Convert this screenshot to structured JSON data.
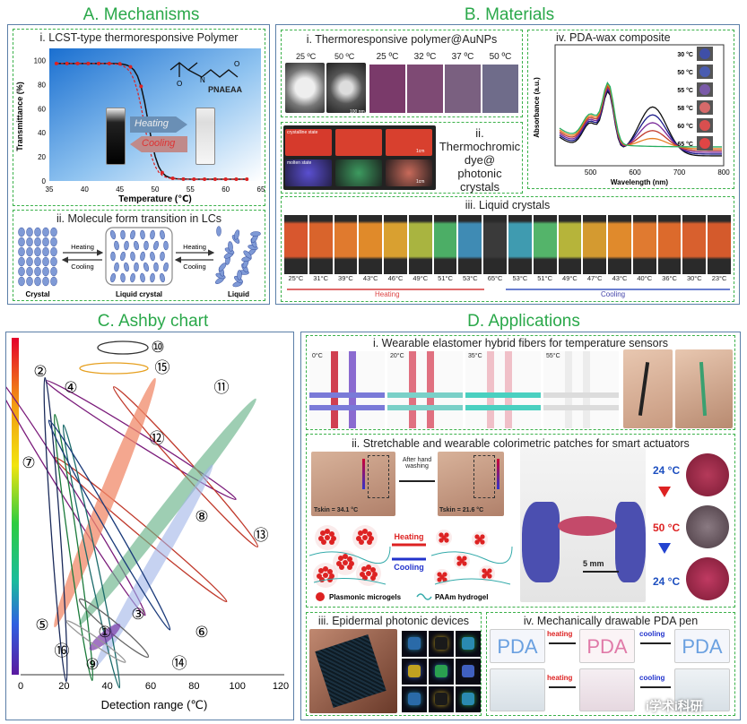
{
  "panelA": {
    "title": "A. Mechanisms",
    "sub1": "i. LCST-type thermoresponsive Polymer",
    "ylabel": "Transmittance (%)",
    "xlabel": "Temperature (℃)",
    "yticks": [
      "0",
      "20",
      "40",
      "60",
      "80",
      "100"
    ],
    "xticks": [
      "35",
      "40",
      "45",
      "50",
      "55",
      "60",
      "65"
    ],
    "polymer": "PNAEAA",
    "heating": "Heating",
    "cooling": "Cooling",
    "sub2": "ii. Molecule form transition in LCs",
    "crystal": "Crystal",
    "lc": "Liquid crystal",
    "liquid": "Liquid",
    "arrow_heat": "Heating",
    "arrow_cool": "Cooling"
  },
  "panelB": {
    "title": "B. Materials",
    "sub1": "i. Thermoresponsive polymer@AuNPs",
    "temps1": [
      "25 ºC",
      "50 ºC"
    ],
    "scale": "100 nm",
    "temps2": [
      "25 ºC",
      "32 ºC",
      "37 ºC",
      "50 ºC"
    ],
    "sub2a": "ii.",
    "sub2b": "Thermochromic",
    "sub2c": "dye@",
    "sub2d": "photonic",
    "sub2e": "crystals",
    "crystalline": "crystalline state",
    "molten": "molten state",
    "cm": "1cm",
    "sub3": "iii. Liquid crystals",
    "lc_temps": [
      "25°C",
      "31°C",
      "39°C",
      "43°C",
      "46°C",
      "49°C",
      "51°C",
      "53°C",
      "65°C",
      "53°C",
      "51°C",
      "49°C",
      "47°C",
      "43°C",
      "40°C",
      "36°C",
      "30°C",
      "23°C"
    ],
    "lc_colors": [
      "#d8572e",
      "#d9642c",
      "#e07a2e",
      "#e08a2a",
      "#d9a030",
      "#a9b440",
      "#4cae66",
      "#3f8bb4",
      "#3a3a3a",
      "#3f9bb0",
      "#54b46a",
      "#b6b43a",
      "#d49a30",
      "#e08a2c",
      "#e07a30",
      "#dc6a2c",
      "#d8602e",
      "#d45a2c"
    ],
    "heating_label": "Heating",
    "cooling_label": "Cooling",
    "sub4": "iv. PDA-wax composite",
    "abs_ylabel": "Absorbance (a.u.)",
    "abs_xlabel": "Wavelength (nm)",
    "abs_xticks": [
      "500",
      "600",
      "700",
      "800"
    ],
    "pda_temps": [
      "30 °C",
      "50 °C",
      "55 °C",
      "58 °C",
      "60 °C",
      "65 °C"
    ],
    "pda_colors": [
      "#3f4fa8",
      "#4a5cb0",
      "#7a5aa8",
      "#d66a6a",
      "#d94f4f",
      "#e04545"
    ]
  },
  "panelC": {
    "title": "C. Ashby chart",
    "xlabel": "Detection range (℃)",
    "xticks": [
      "0",
      "20",
      "40",
      "60",
      "80",
      "100",
      "120"
    ],
    "labels": [
      "①",
      "②",
      "③",
      "④",
      "⑤",
      "⑥",
      "⑦",
      "⑧",
      "⑨",
      "⑩",
      "⑪",
      "⑫",
      "⑬",
      "⑭",
      "⑮",
      "⑯"
    ]
  },
  "panelD": {
    "title": "D. Applications",
    "sub1": "i. Wearable elastomer hybrid fibers for temperature sensors",
    "fiber_temps": [
      "0°C",
      "20°C",
      "35°C",
      "55°C"
    ],
    "sub2": "ii. Stretchable and wearable colorimetric patches for smart actuators",
    "after_wash": "After hand washing",
    "tskin1": "Tskin = 34.1 °C",
    "tskin2": "Tskin = 21.6 °C",
    "heating": "Heating",
    "cooling": "Cooling",
    "legend1": "Plasmonic microgels",
    "legend2": "PAAm hydrogel",
    "scale": "5 mm",
    "temps": [
      "24 °C",
      "50 °C",
      "24 °C"
    ],
    "sub3": "iii. Epidermal photonic devices",
    "sub4": "iv. Mechanically drawable PDA pen",
    "pda_word": "PDA",
    "pen_heat": "heating",
    "pen_cool": "cooling"
  },
  "watermark": "i学术i科研"
}
